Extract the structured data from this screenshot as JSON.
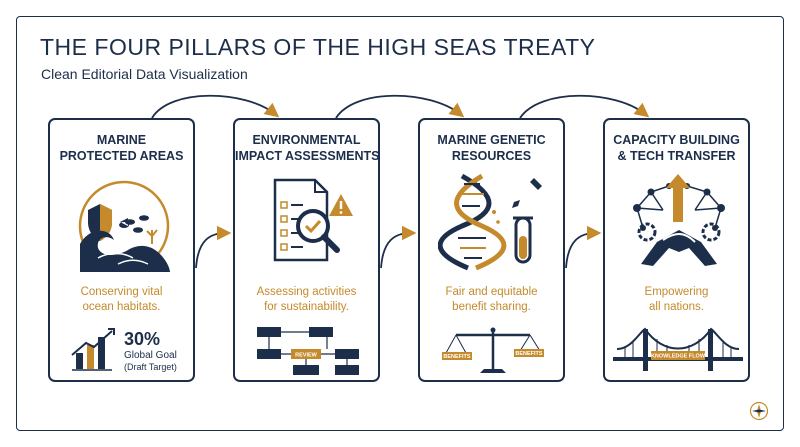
{
  "header": {
    "title": "THE FOUR PILLARS OF THE HIGH SEAS TREATY",
    "subtitle": "Clean Editorial Data Visualization"
  },
  "colors": {
    "navy": "#1c2e4a",
    "gold": "#c48a2c",
    "background": "#ffffff"
  },
  "pillars": [
    {
      "title_line1": "MARINE",
      "title_line2": "PROTECTED AREAS",
      "icon": "shield-wave-fish-icon",
      "desc_line1": "Conserving vital",
      "desc_line2": "ocean habitats.",
      "goal_value": "30%",
      "goal_label": "Global Goal",
      "goal_note": "(Draft Target)",
      "bottom_icon": "bar-chart-growth-icon"
    },
    {
      "title_line1": "ENVIRONMENTAL",
      "title_line2": "IMPACT ASSESSMENTS",
      "icon": "checklist-magnifier-warning-icon",
      "desc_line1": "Assessing activities",
      "desc_line2": "for sustainability.",
      "flow_label": "REVIEW",
      "bottom_icon": "review-flowchart-icon"
    },
    {
      "title_line1": "MARINE GENETIC",
      "title_line2": "RESOURCES",
      "icon": "dna-dropper-testtube-icon",
      "desc_line1": "Fair and equitable",
      "desc_line2": "benefit sharing.",
      "scale_left_label": "BENEFITS",
      "scale_right_label": "BENEFITS",
      "bottom_icon": "balance-scale-icon"
    },
    {
      "title_line1": "CAPACITY BUILDING",
      "title_line2": "& TECH TRANSFER",
      "icon": "handshake-network-arrow-icon",
      "desc_line1": "Empowering",
      "desc_line2": "all nations.",
      "bridge_label": "KNOWLEDGE FLOW",
      "bottom_icon": "bridge-icon"
    }
  ]
}
